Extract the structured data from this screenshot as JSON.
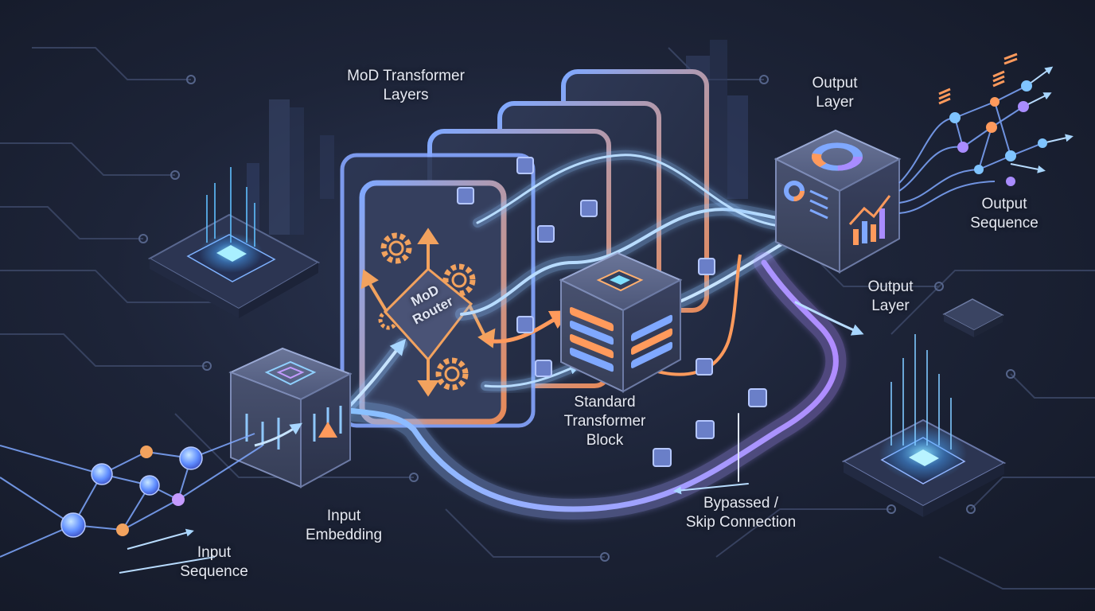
{
  "labels": {
    "mod_layers": [
      "MoD Transformer",
      "Layers"
    ],
    "output_layer_top": [
      "Output",
      "Layer"
    ],
    "output_sequence": [
      "Output",
      "Sequence"
    ],
    "output_layer_mid": [
      "Output",
      "Layer"
    ],
    "router": [
      "MoD",
      "Router"
    ],
    "standard_block": [
      "Standard",
      "Transformer",
      "Block"
    ],
    "input_embedding": [
      "Input",
      "Embedding"
    ],
    "input_sequence": [
      "Input",
      "Sequence"
    ],
    "skip_connection": [
      "Bypassed /",
      "Skip Connection"
    ]
  },
  "colors": {
    "background": "#1d2438",
    "flow_blue": "#8fc4ff",
    "flow_purple": "#a98cff",
    "route_orange": "#ff9a5c",
    "cube_face": "#4a5472",
    "panel_edge_orange": "#e88a58",
    "panel_edge_blue": "#7fa8ff"
  },
  "icons": [
    "gear-icon",
    "arrow-icon",
    "chip-icon",
    "donut-chart-icon",
    "bar-chart-icon",
    "token-icon"
  ]
}
